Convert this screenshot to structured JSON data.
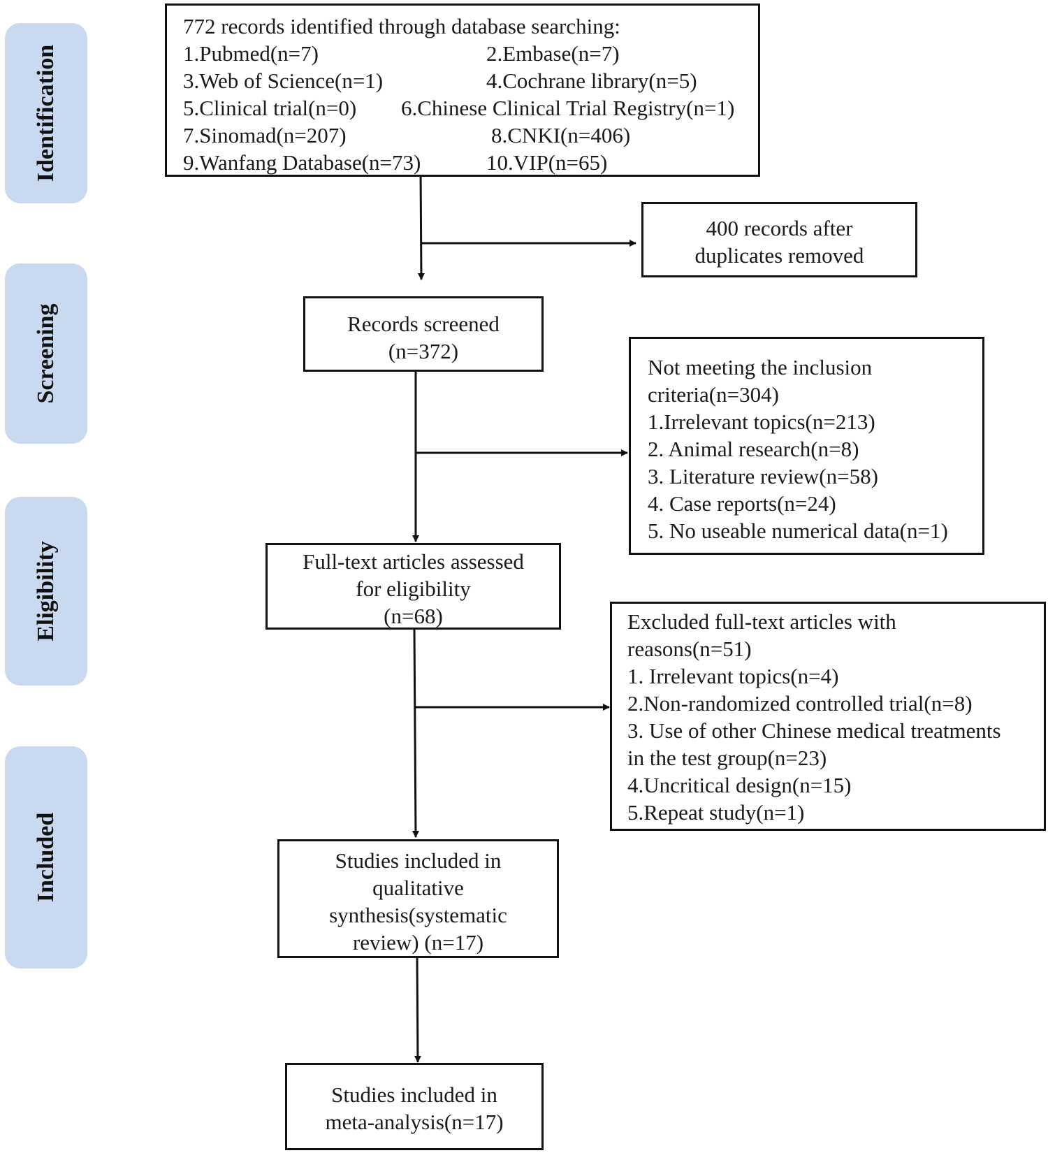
{
  "stages": {
    "identification": "Identification",
    "screening": "Screening",
    "eligibility": "Eligibility",
    "included": "Included"
  },
  "boxes": {
    "records_identified": {
      "heading": "772 records identified through database searching:",
      "sources": [
        "1.Pubmed(n=7)",
        "2.Embase(n=7)",
        "3.Web of Science(n=1)",
        "4.Cochrane library(n=5)",
        "5.Clinical trial(n=0)",
        "6.Chinese Clinical Trial Registry(n=1)",
        "7.Sinomad(n=207)",
        "8.CNKI(n=406)",
        "9.Wanfang Database(n=73)",
        "10.VIP(n=65)"
      ]
    },
    "duplicates_removed": [
      "400 records after",
      "duplicates removed"
    ],
    "records_screened": [
      "Records screened",
      "(n=372)"
    ],
    "not_meeting_criteria": [
      "Not meeting the inclusion",
      "criteria(n=304)",
      "1.Irrelevant topics(n=213)",
      "2. Animal research(n=8)",
      "3. Literature review(n=58)",
      "4. Case reports(n=24)",
      "5. No useable numerical data(n=1)"
    ],
    "full_text_assessed": [
      "Full-text articles assessed",
      "for eligibility",
      "(n=68)"
    ],
    "excluded_full_text": [
      "Excluded full-text articles with",
      "reasons(n=51)",
      "1. Irrelevant topics(n=4)",
      "2.Non-randomized controlled trial(n=8)",
      "3. Use of other Chinese medical treatments",
      "in the test group(n=23)",
      "4.Uncritical design(n=15)",
      "5.Repeat study(n=1)"
    ],
    "qualitative_synthesis": [
      "Studies included in",
      "qualitative",
      "synthesis(systematic",
      "review) (n=17)"
    ],
    "meta_analysis": [
      "Studies included in",
      "meta-analysis(n=17)"
    ]
  }
}
